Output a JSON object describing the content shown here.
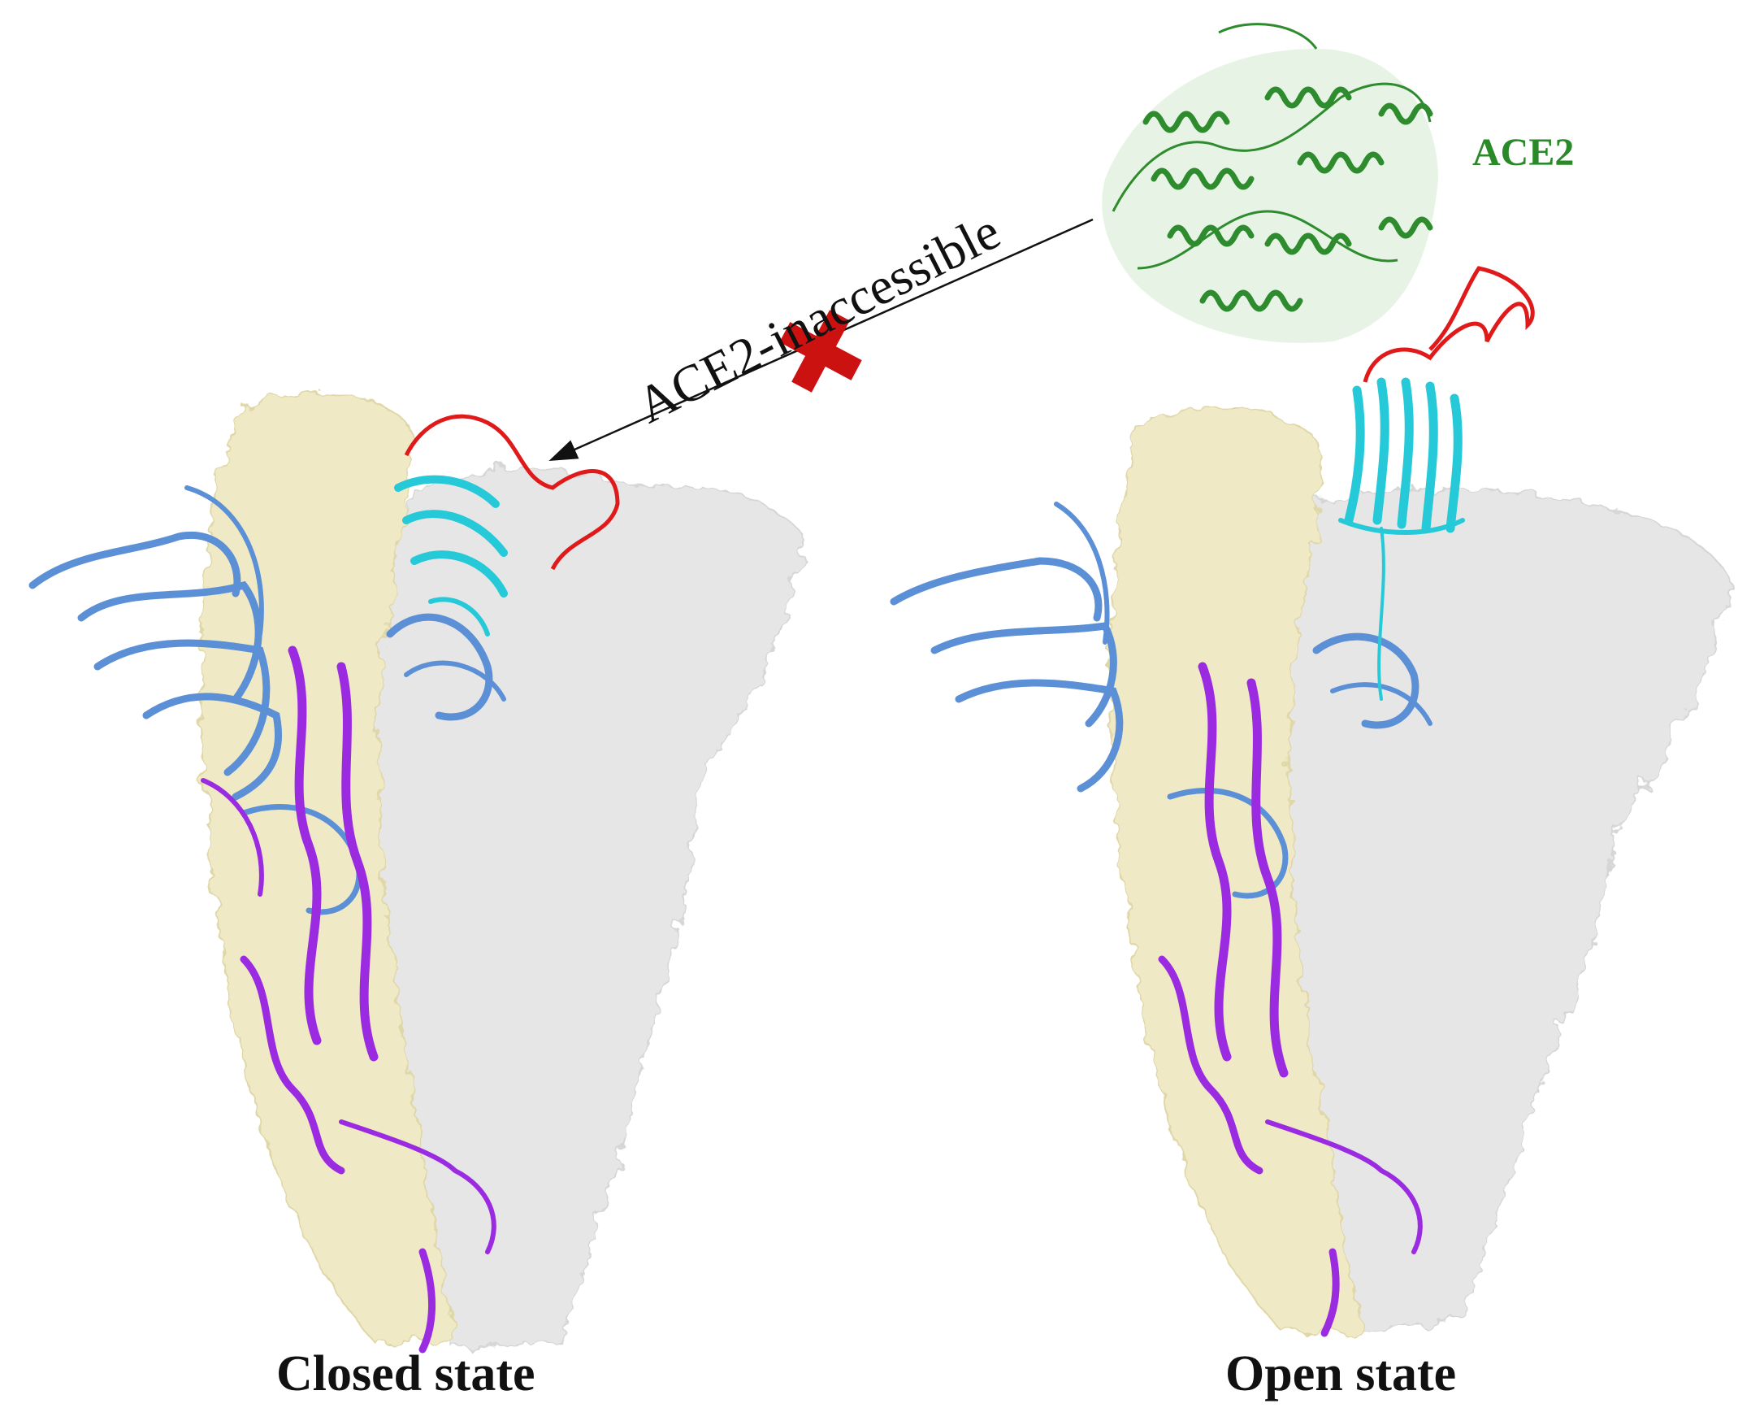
{
  "labels": {
    "closed_caption": "Closed state",
    "open_caption": "Open state",
    "ace2": "ACE2",
    "arrow_label": "ACE2-inaccessible"
  },
  "colors": {
    "density_white": "#e6e6e6",
    "density_yellow": "#f0e9c6",
    "ntd_blue": "#5b8fd6",
    "rbd_cyan": "#26c9d8",
    "rbm_red": "#e01a1a",
    "s2_purple": "#9b2be0",
    "ace2_green": "#2e8b2e",
    "blocked_x": "#cc1111"
  },
  "icons": {
    "blocked": "red-cross-icon"
  }
}
